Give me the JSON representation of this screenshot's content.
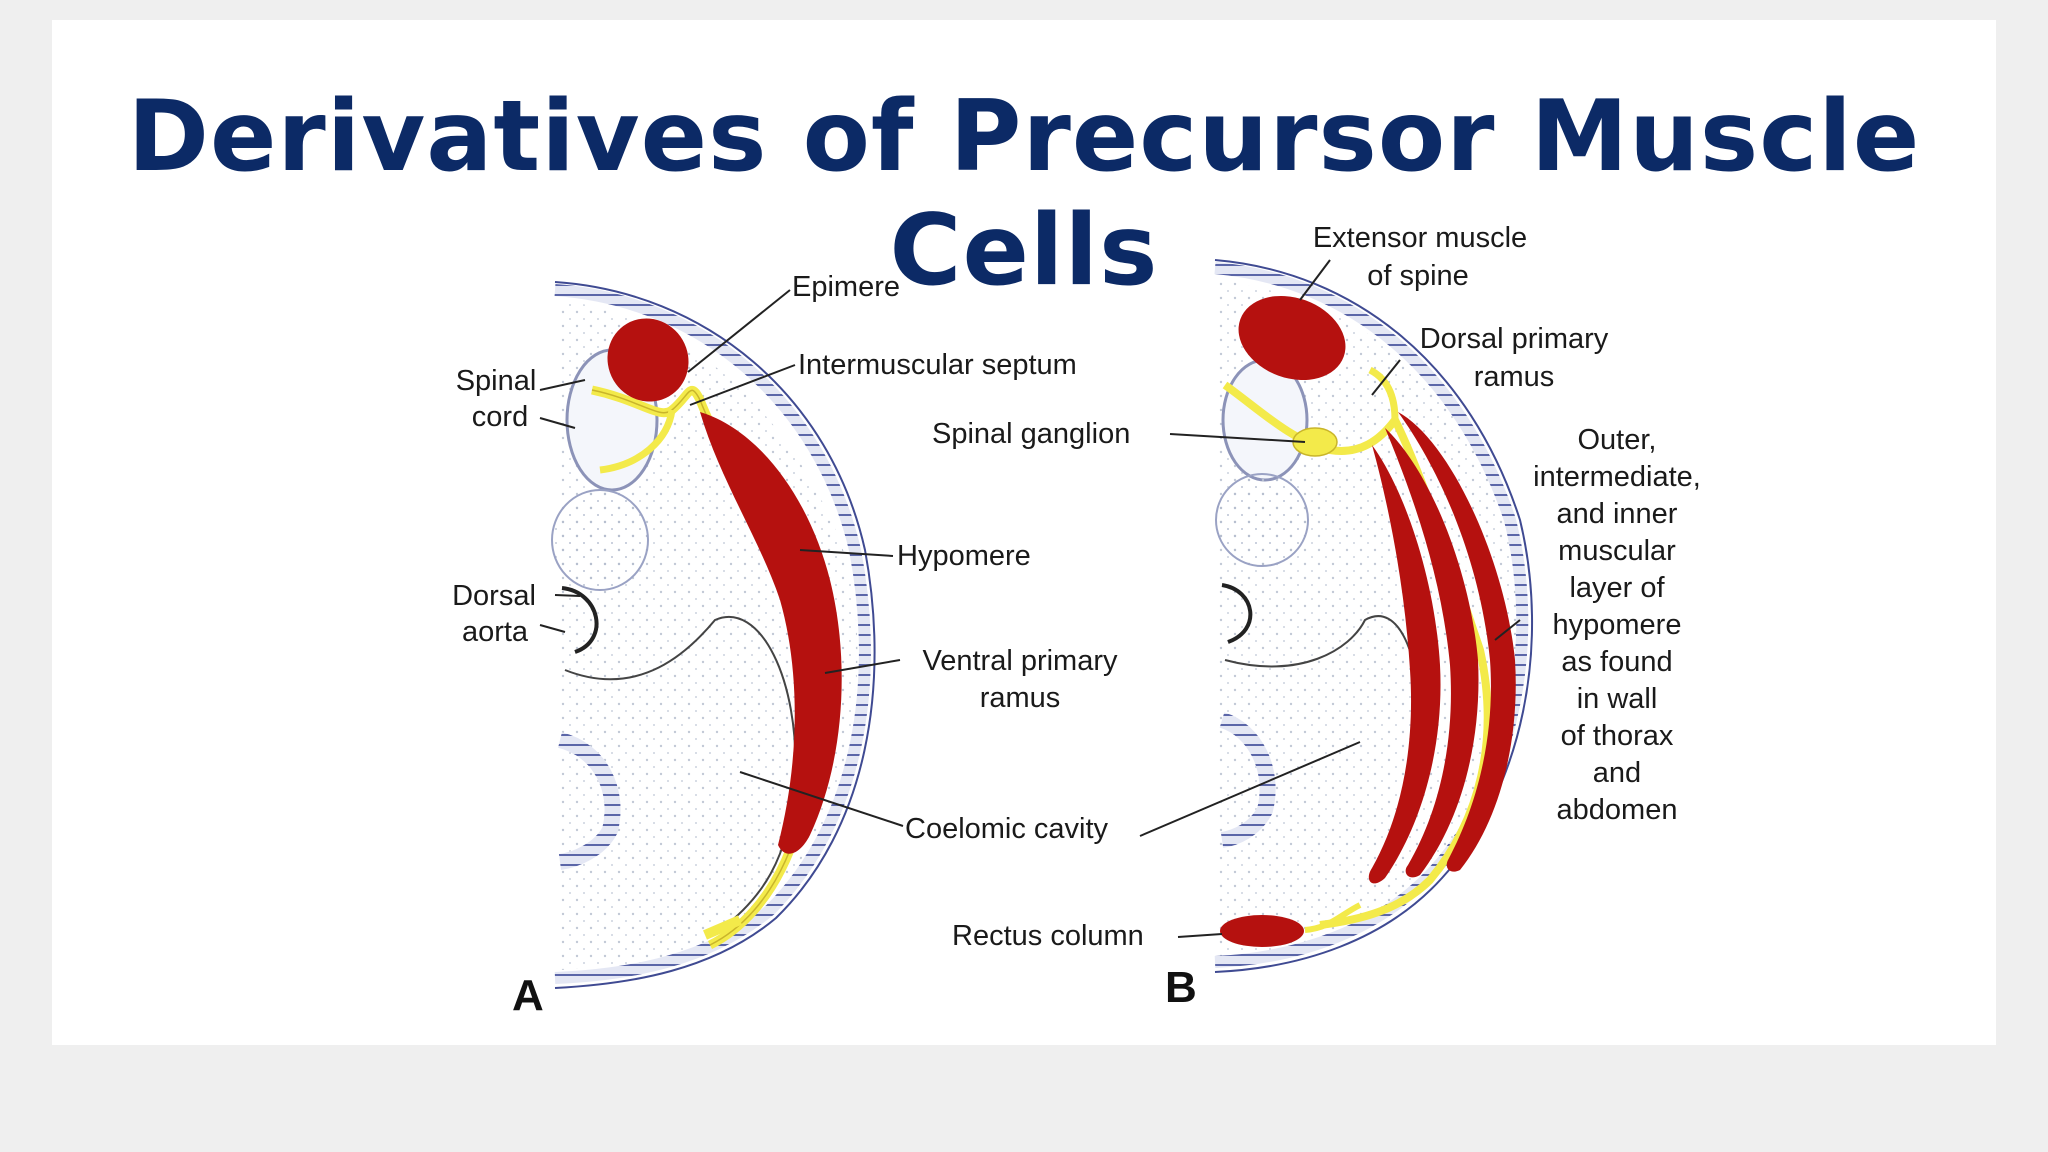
{
  "title": "Derivatives of Precursor Muscle Cells",
  "panels": {
    "a": {
      "letter": "A",
      "labels": {
        "epimere": "Epimere",
        "intermuscular_septum": "Intermuscular septum",
        "spinal_cord_1": "Spinal",
        "spinal_cord_2": "cord",
        "hypomere": "Hypomere",
        "dorsal_aorta_1": "Dorsal",
        "dorsal_aorta_2": "aorta",
        "ventral_ramus_1": "Ventral primary",
        "ventral_ramus_2": "ramus",
        "coelomic_cavity": "Coelomic cavity"
      }
    },
    "b": {
      "letter": "B",
      "labels": {
        "extensor_1": "Extensor muscle",
        "extensor_2": "of spine",
        "dorsal_ramus_1": "Dorsal primary",
        "dorsal_ramus_2": "ramus",
        "spinal_ganglion": "Spinal ganglion",
        "layers": [
          "Outer,",
          "intermediate,",
          "and inner",
          "muscular",
          "layer of",
          "hypomere",
          "as found",
          "in wall",
          "of thorax",
          "and",
          "abdomen"
        ],
        "rectus_column": "Rectus column"
      }
    }
  },
  "colors": {
    "muscle": "#b5110f",
    "nerve": "#f3ea4a",
    "body_wall": "#9aa0d0",
    "title": "#0c2a66"
  }
}
